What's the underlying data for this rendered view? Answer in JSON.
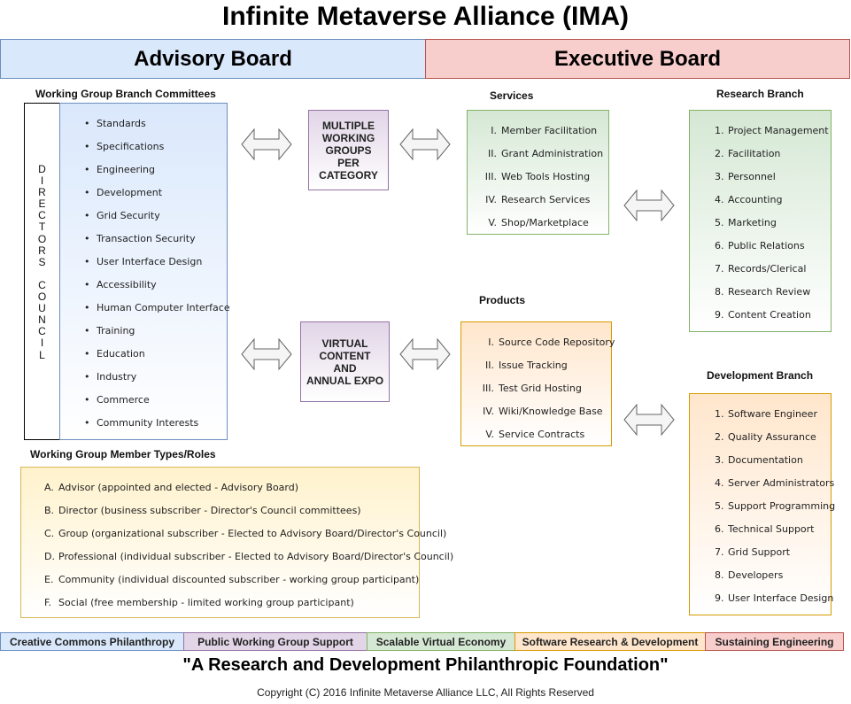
{
  "title": "Infinite Metaverse Alliance (IMA)",
  "boards": {
    "advisory": "Advisory Board",
    "executive": "Executive Board"
  },
  "committees": {
    "label": "Working Group Branch Committees",
    "council_label": "DIRECTORS COUNCIL",
    "items": [
      "Standards",
      "Specifications",
      "Engineering",
      "Development",
      "Grid Security",
      "Transaction Security",
      "User Interface Design",
      "Accessibility",
      "Human Computer Interface",
      "Training",
      "Education",
      "Industry",
      "Commerce",
      "Community Interests"
    ]
  },
  "connectors": {
    "working_groups": "MULTIPLE WORKING GROUPS PER CATEGORY",
    "virtual_content": "VIRTUAL CONTENT AND ANNUAL EXPO"
  },
  "services": {
    "label": "Services",
    "items": [
      {
        "num": "I.",
        "text": "Member Facilitation"
      },
      {
        "num": "II.",
        "text": "Grant Administration"
      },
      {
        "num": "III.",
        "text": "Web Tools Hosting"
      },
      {
        "num": "IV.",
        "text": "Research Services"
      },
      {
        "num": "V.",
        "text": "Shop/Marketplace"
      }
    ]
  },
  "products": {
    "label": "Products",
    "items": [
      {
        "num": "I.",
        "text": "Source Code Repository"
      },
      {
        "num": "II.",
        "text": "Issue Tracking"
      },
      {
        "num": "III.",
        "text": "Test Grid Hosting"
      },
      {
        "num": "IV.",
        "text": "Wiki/Knowledge Base"
      },
      {
        "num": "V.",
        "text": "Service Contracts"
      }
    ]
  },
  "research": {
    "label": "Research Branch",
    "items": [
      {
        "num": "1.",
        "text": "Project Management"
      },
      {
        "num": "2.",
        "text": "Facilitation"
      },
      {
        "num": "3.",
        "text": "Personnel"
      },
      {
        "num": "4.",
        "text": "Accounting"
      },
      {
        "num": "5.",
        "text": "Marketing"
      },
      {
        "num": "6.",
        "text": "Public Relations"
      },
      {
        "num": "7.",
        "text": "Records/Clerical"
      },
      {
        "num": "8.",
        "text": "Research Review"
      },
      {
        "num": "9.",
        "text": "Content Creation"
      }
    ]
  },
  "development": {
    "label": "Development Branch",
    "items": [
      {
        "num": "1.",
        "text": "Software Engineer"
      },
      {
        "num": "2.",
        "text": "Quality Assurance"
      },
      {
        "num": "3.",
        "text": "Documentation"
      },
      {
        "num": "4.",
        "text": "Server Administrators"
      },
      {
        "num": "5.",
        "text": "Support Programming"
      },
      {
        "num": "6.",
        "text": "Technical Support"
      },
      {
        "num": "7.",
        "text": "Grid Support"
      },
      {
        "num": "8.",
        "text": "Developers"
      },
      {
        "num": "9.",
        "text": "User Interface Design"
      }
    ]
  },
  "roles": {
    "label": "Working Group Member Types/Roles",
    "items": [
      {
        "num": "A.",
        "text": "Advisor (appointed and elected - Advisory Board)"
      },
      {
        "num": "B.",
        "text": "Director (business subscriber - Director's Council committees)"
      },
      {
        "num": "C.",
        "text": "Group (organizational subscriber - Elected to Advisory Board/Director's Council)"
      },
      {
        "num": "D.",
        "text": "Professional (individual subscriber - Elected to Advisory Board/Director's Council)"
      },
      {
        "num": "E.",
        "text": "Community (individual discounted subscriber - working group participant)"
      },
      {
        "num": "F.",
        "text": "Social (free membership - limited working group participant)"
      }
    ]
  },
  "legend": [
    {
      "text": "Creative Commons Philanthropy",
      "color": "#dae8fc"
    },
    {
      "text": "Public Working Group Support",
      "color": "#e1d5e7"
    },
    {
      "text": "Scalable Virtual Economy",
      "color": "#d5e8d4"
    },
    {
      "text": "Software Research & Development",
      "color": "#ffe6cc"
    },
    {
      "text": "Sustaining Engineering",
      "color": "#f8cecc"
    }
  ],
  "tagline": "\"A Research and Development Philanthropic Foundation\"",
  "copyright": "Copyright (C) 2016 Infinite Metaverse Alliance LLC, All Rights Reserved"
}
